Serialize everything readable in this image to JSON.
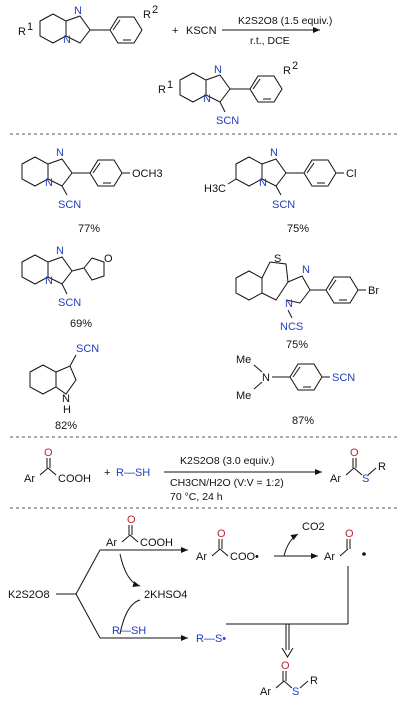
{
  "scheme1": {
    "r1": "R",
    "r1_sup": "1",
    "r2": "R",
    "r2_sup": "2",
    "plus": "+",
    "reagent": "KSCN",
    "cond_above": "K2S2O8 (1.5 equiv.)",
    "cond_below": "r.t., DCE",
    "product_r1": "R",
    "product_r1_sup": "1",
    "product_r2": "R",
    "product_r2_sup": "2",
    "product_scn": "SCN"
  },
  "examples": [
    {
      "sub": "OCH3",
      "group": "SCN",
      "yield": "77%"
    },
    {
      "prefix": "H3C",
      "sub": "Cl",
      "group": "SCN",
      "yield": "75%"
    },
    {
      "group": "SCN",
      "yield": "69%",
      "hetero": "O"
    },
    {
      "ring_atom": "S",
      "group": "NCS",
      "sub": "Br",
      "yield": "75%"
    },
    {
      "group": "SCN",
      "nh": "N",
      "h": "H",
      "yield": "82%"
    },
    {
      "me1": "Me",
      "me2": "Me",
      "n": "N",
      "group": "SCN",
      "yield": "87%"
    }
  ],
  "scheme2": {
    "ar": "Ar",
    "acid": "COOH",
    "plus": "+",
    "rsh": "R—SH",
    "cond_above": "K2S2O8 (3.0 equiv.)",
    "cond_below1": "CH3CN/H2O (V:V = 1:2)",
    "cond_below2": "70 °C, 24 h",
    "prod_ar": "Ar",
    "prod_s": "S",
    "prod_r": "R",
    "carbonyl_o": "O"
  },
  "mechanism": {
    "oxidant": "K2S2O8",
    "acid_ar": "Ar",
    "acid_cooh": "COOH",
    "byproduct": "2KHSO4",
    "thiol": "R—SH",
    "radical_ar": "Ar",
    "radical_coo": "COO•",
    "co2": "CO2",
    "acyl_ar": "Ar",
    "thiyl": "R—S•",
    "final_ar": "Ar",
    "final_s": "S",
    "final_r": "R",
    "o": "O"
  },
  "colors": {
    "accent_blue": "#1f3fbf",
    "accent_red": "#c0262b"
  }
}
